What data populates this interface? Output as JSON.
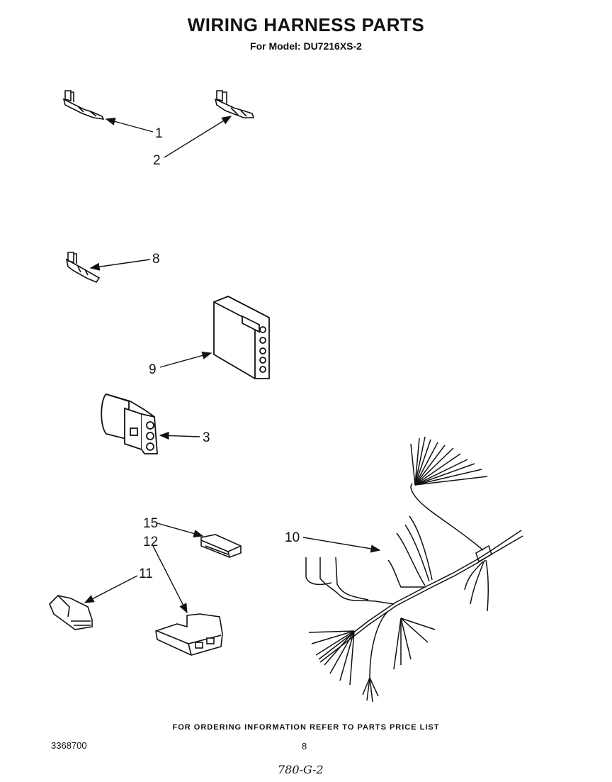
{
  "header": {
    "title": "WIRING HARNESS PARTS",
    "subtitle": "For Model: DU7216XS-2"
  },
  "callouts": {
    "c1": "1",
    "c2": "2",
    "c8": "8",
    "c9": "9",
    "c3": "3",
    "c15": "15",
    "c12": "12",
    "c11": "11",
    "c10": "10"
  },
  "footer": {
    "note": "FOR ORDERING INFORMATION REFER TO PARTS PRICE LIST",
    "doc_number": "3368700",
    "page_number": "8",
    "handwritten": "780-G-2"
  }
}
